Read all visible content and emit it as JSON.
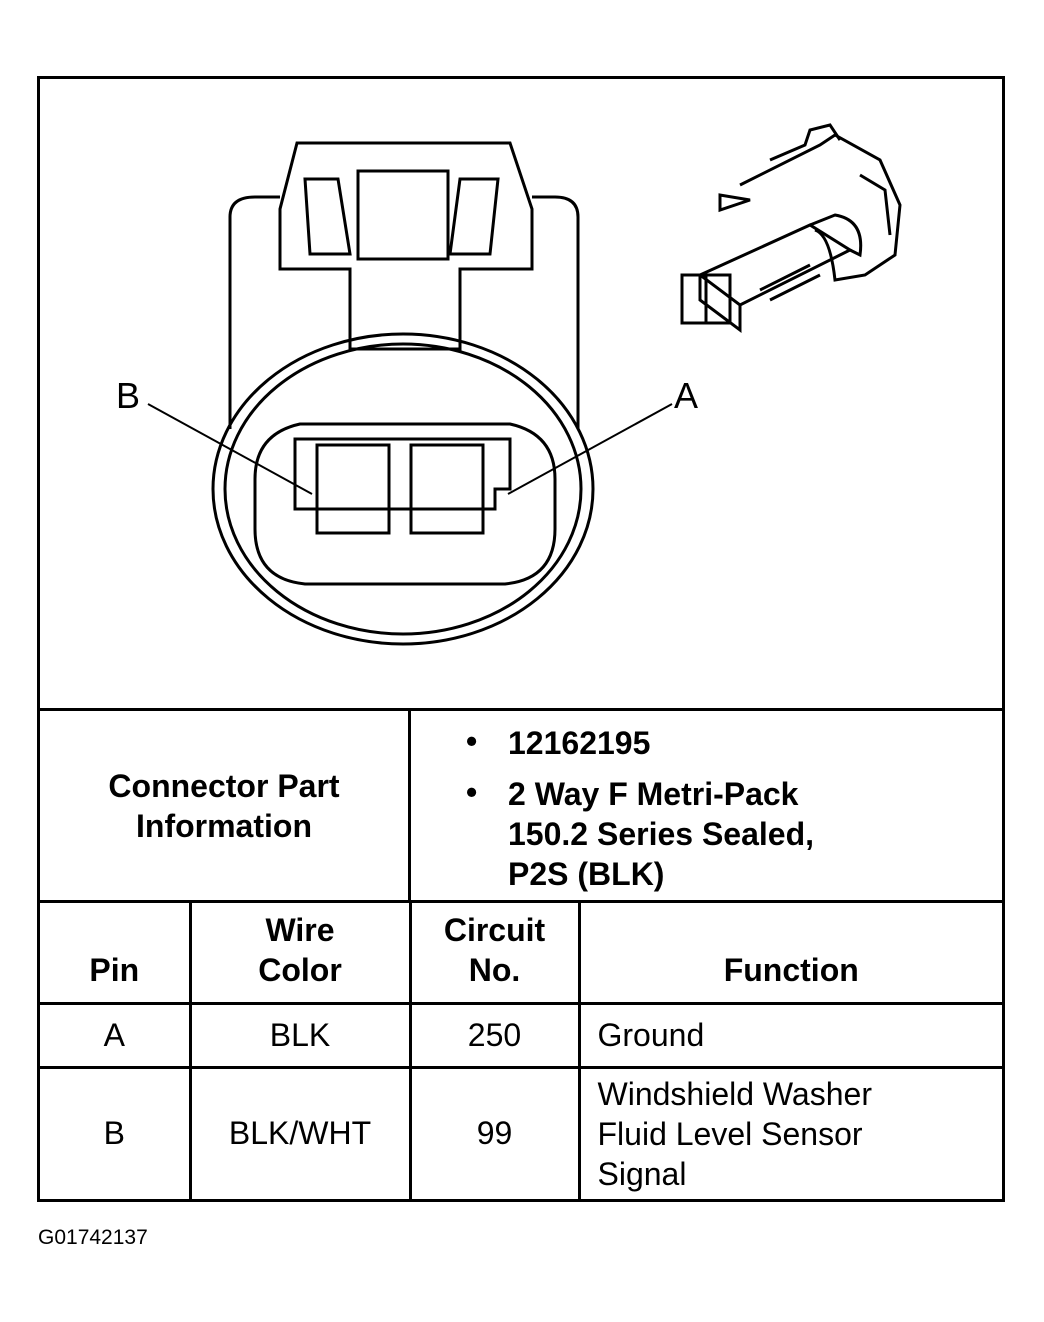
{
  "diagram": {
    "pin_labels": {
      "b": "B",
      "a": "A"
    }
  },
  "connector_info": {
    "label": "Connector Part Information",
    "bullets": [
      {
        "dot": "•",
        "text": "12162195"
      },
      {
        "dot": "•",
        "text": "2 Way F Metri-Pack\n150.2 Series Sealed,\nP2S (BLK)"
      }
    ]
  },
  "pin_table": {
    "headers": [
      "Pin",
      "Wire\nColor",
      "Circuit\nNo.",
      "Function"
    ],
    "rows": [
      {
        "pin": "A",
        "wire_color": "BLK",
        "circuit": "250",
        "function": "Ground"
      },
      {
        "pin": "B",
        "wire_color": "BLK/WHT",
        "circuit": "99",
        "function": "Windshield Washer\nFluid Level Sensor\nSignal"
      }
    ]
  },
  "figure_id": "G01742137"
}
